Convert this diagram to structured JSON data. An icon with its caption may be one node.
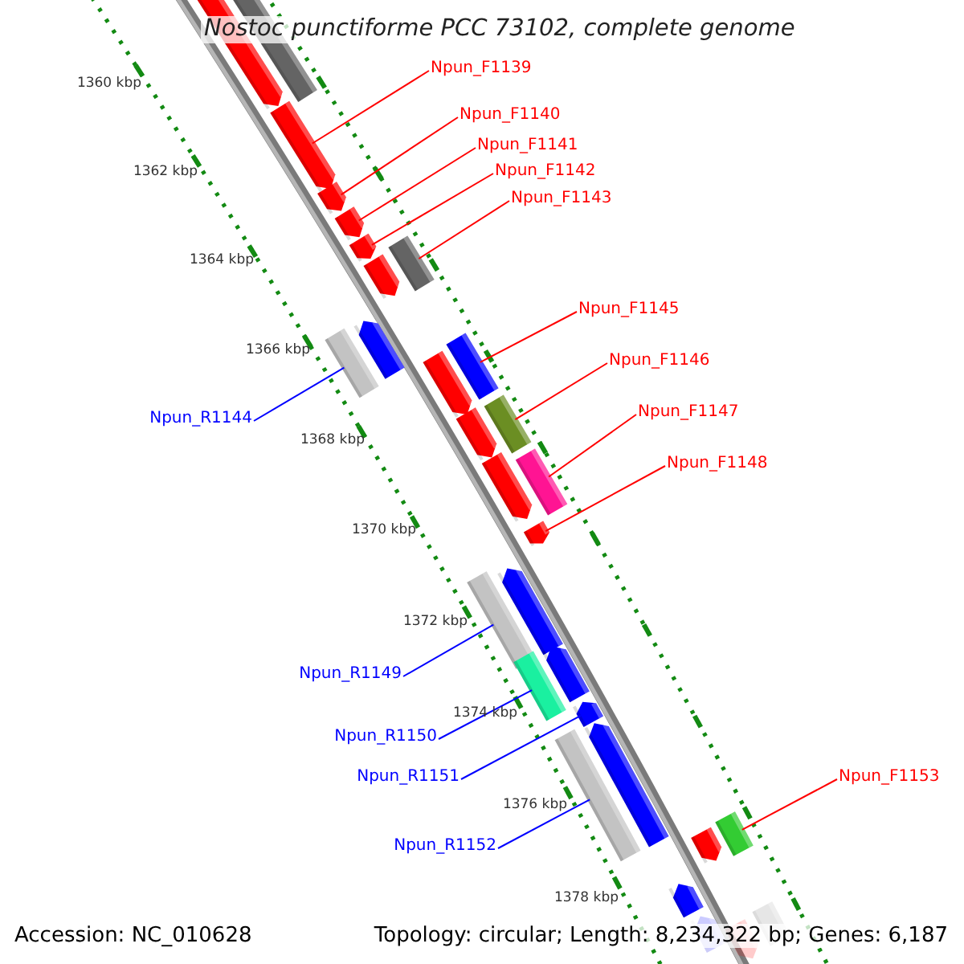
{
  "diagram": {
    "title": "Nostoc punctiforme PCC 73102, complete genome",
    "nodes": [
      {
        "text": [
          "Npun_F1139"
        ]
      },
      {
        "text": [
          "Npun_F1140"
        ]
      },
      {
        "text": [
          "Npun_F1141"
        ]
      },
      {
        "text": [
          "Npun_F1142"
        ]
      },
      {
        "text": [
          "Npun_F1143"
        ]
      },
      {
        "text": [
          "Npun_F1145"
        ]
      },
      {
        "text": [
          "Npun_F1146"
        ]
      },
      {
        "text": [
          "Npun_F1147"
        ]
      },
      {
        "text": [
          "Npun_R1144"
        ]
      },
      {
        "text": [
          "Npun_F1148"
        ]
      },
      {
        "text": [
          "Npun_R1149"
        ]
      },
      {
        "text": [
          "Npun_R1150"
        ]
      },
      {
        "text": [
          "Npun_F1153"
        ]
      },
      {
        "text": [
          "Npun_R1151"
        ]
      },
      {
        "text": [
          "Npun_R1152"
        ]
      },
      {
        "text": [],
        "shape": "bar"
      },
      {
        "text": [],
        "shape": "bar"
      },
      {
        "text": [],
        "shape": "bar"
      },
      {
        "text": [],
        "shape": "bar"
      },
      {
        "text": [],
        "shape": "bar"
      },
      {
        "text": [],
        "shape": "bar"
      },
      {
        "text": [],
        "shape": "bar"
      },
      {
        "text": [],
        "shape": "bar"
      },
      {
        "text": [],
        "shape": "bar"
      },
      {
        "text": [],
        "shape": "bar"
      },
      {
        "text": [],
        "shape": "bar"
      },
      {
        "text": [],
        "shape": "bar"
      },
      {
        "text": [],
        "shape": "bar"
      },
      {
        "text": [],
        "shape": "bar"
      },
      {
        "text": [],
        "shape": "bar"
      },
      {
        "text": [],
        "shape": "bar"
      },
      {
        "text": [],
        "shape": "bar"
      },
      {
        "text": [],
        "shape": "bar"
      },
      {
        "text": [],
        "shape": "bar"
      },
      {
        "text": [],
        "shape": "bar"
      },
      {
        "text": [],
        "shape": "bar"
      },
      {
        "text": [],
        "shape": "bar"
      },
      {
        "text": [],
        "shape": "bar"
      },
      {
        "text": [],
        "shape": "bar"
      },
      {
        "text": [],
        "shape": "bar"
      },
      {
        "text": [],
        "shape": "bar"
      },
      {
        "text": [],
        "shape": "bar"
      },
      {
        "text": [],
        "shape": "bar"
      },
      {
        "text": [],
        "shape": "bar"
      },
      {
        "text": [],
        "shape": "bar"
      }
    ],
    "edges": [
      {
        "from": 0,
        "to": 17,
        "arrow": "none"
      },
      {
        "from": 1,
        "to": 18,
        "arrow": "none"
      },
      {
        "from": 2,
        "to": 19,
        "arrow": "none"
      },
      {
        "from": 3,
        "to": 20,
        "arrow": "none"
      },
      {
        "from": 4,
        "to": 22,
        "arrow": "none"
      },
      {
        "from": 5,
        "to": 26,
        "arrow": "none"
      },
      {
        "from": 6,
        "to": 28,
        "arrow": "none"
      },
      {
        "from": 7,
        "to": 30,
        "arrow": "none"
      },
      {
        "from": 8,
        "to": 23,
        "arrow": "none",
        "color": "#0000ff"
      },
      {
        "from": 9,
        "to": 31,
        "arrow": "none"
      },
      {
        "from": 10,
        "to": 32,
        "arrow": "none",
        "color": "#0000ff"
      },
      {
        "from": 11,
        "to": 34,
        "arrow": "none",
        "color": "#0000ff"
      },
      {
        "from": 12,
        "to": 41,
        "arrow": "none"
      },
      {
        "from": 13,
        "to": 36,
        "arrow": "none",
        "color": "#0000ff"
      },
      {
        "from": 14,
        "to": 37,
        "arrow": "none",
        "color": "#0000ff"
      }
    ],
    "labels": [
      "1360 kbp",
      "1362 kbp",
      "1364 kbp",
      "1366 kbp",
      "1368 kbp",
      "1370 kbp",
      "1372 kbp",
      "1374 kbp",
      "1376 kbp",
      "1378 kbp",
      "Accession: NC_010628",
      "Topology: circular; Length: 8,234,322 bp; Genes: 6,187"
    ]
  }
}
